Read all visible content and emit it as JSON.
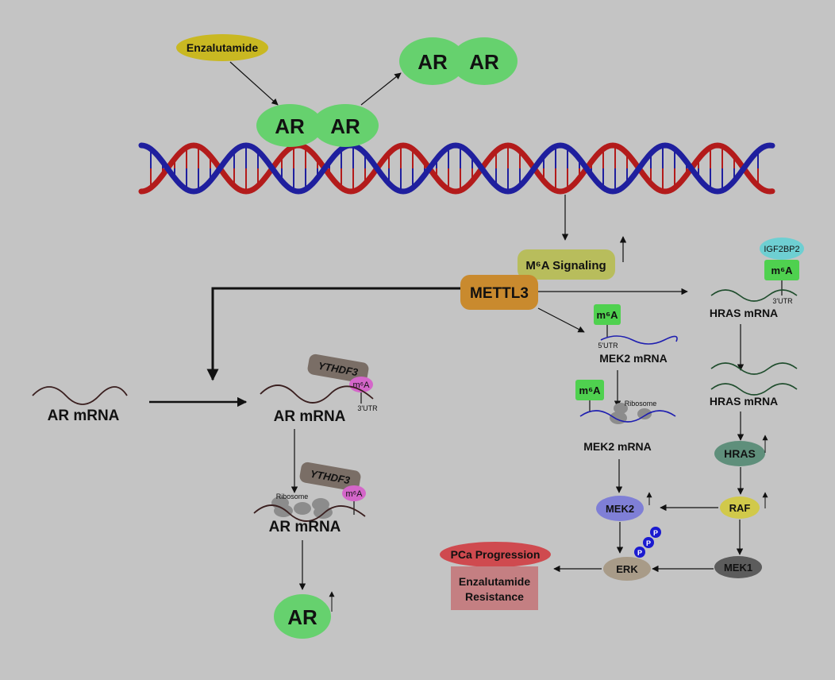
{
  "colors": {
    "background": "#c4c4c4",
    "ar_green": "#66d16e",
    "enzalutamide": "#c9b822",
    "m6a_signaling": "#b8bd5c",
    "mettl3": "#c98a2e",
    "m6a_green": "#4fd14f",
    "ythdf3": "#7a6e66",
    "m6a_pink": "#d466c9",
    "igf2bp2": "#6ecfd2",
    "hras": "#5f8f7b",
    "raf": "#d1c94a",
    "mek2": "#7f7fd6",
    "erk": "#a89b88",
    "mek1": "#5c5c5c",
    "phospho": "#1a1ad0",
    "pca": "#cf4a4f",
    "resistance": "#c47f82",
    "dna_red": "#b31b1b",
    "dna_blue": "#1f1f9e",
    "mrna_dark": "#3a1f1f",
    "mrna_green": "#1f4d2d",
    "mrna_blue": "#1f1fb0",
    "ribosome": "#8c8c8c"
  },
  "labels": {
    "enzalutamide": "Enzalutamide",
    "ar": "AR",
    "m6a_signaling": "M⁶A Signaling",
    "mettl3": "METTL3",
    "igf2bp2": "IGF2BP2",
    "m6a": "m⁶A",
    "three_utr": "3'UTR",
    "five_utr": "5'UTR",
    "hras_mrna": "HRAS mRNA",
    "mek2_mrna": "MEK2 mRNA",
    "ribosome": "Ribosome",
    "ar_mrna": "AR mRNA",
    "ythdf3": "YTHDF3",
    "hras": "HRAS",
    "raf": "RAF",
    "mek2": "MEK2",
    "mek1": "MEK1",
    "erk": "ERK",
    "phospho": "P",
    "pca_progression": "PCa Progression",
    "resistance_line1": "Enzalutamide",
    "resistance_line2": "Resistance",
    "up_arrow": "↑"
  }
}
